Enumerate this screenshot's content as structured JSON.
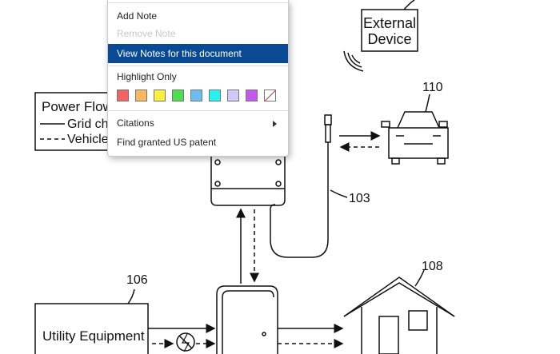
{
  "figure": {
    "labels": {
      "external_device": [
        "External",
        "Device"
      ],
      "legend_title": "Power Flow",
      "legend_grid": "Grid ch",
      "legend_vehicle": "Vehicle",
      "ref_110": "110",
      "ref_103": "103",
      "ref_106": "106",
      "ref_108": "108",
      "utility_equipment": "Utility Equipment"
    }
  },
  "menu": {
    "add_note": "Add Note",
    "remove_note": "Remove Note",
    "view_notes": "View Notes for this document",
    "highlight_only": "Highlight Only",
    "citations": "Citations",
    "find_granted": "Find granted US patent",
    "swatch_colors": [
      "#f26464",
      "#f7b860",
      "#f7f03c",
      "#4ddd4d",
      "#6bbef2",
      "#27f0f0",
      "#cfc9f7",
      "#c457ee"
    ],
    "swatch_icons": [
      "no-color-icon"
    ]
  }
}
